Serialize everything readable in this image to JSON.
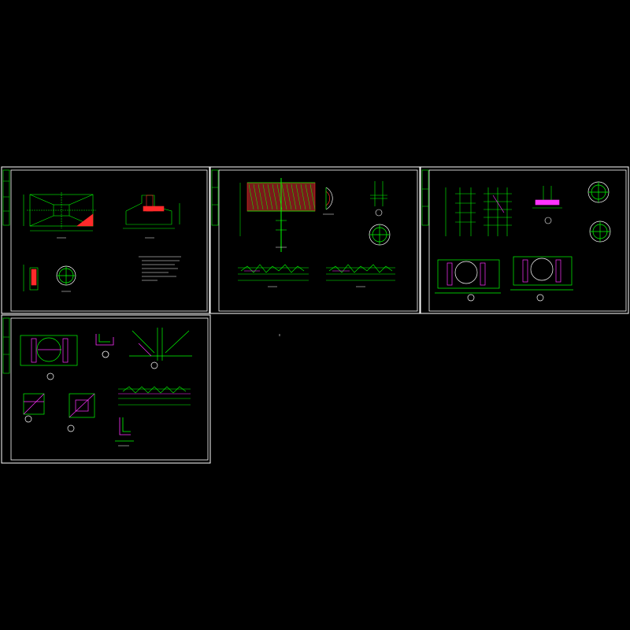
{
  "canvas": {
    "background": "#000000"
  },
  "palette": {
    "frame": "#ffffff",
    "line": "#00ff00",
    "dim": "#33ff66",
    "rebar": "#ff2a2a",
    "plate": "#ff33ff",
    "note": "#ffffff",
    "circle": "#ffffff"
  },
  "sheets": [
    {
      "id": "sheet-1",
      "details": [
        "plan-view",
        "foundation-section",
        "pedestal-elevation",
        "column-ring-section",
        "general-notes"
      ]
    },
    {
      "id": "sheet-2",
      "details": [
        "billboard-truss-elevation",
        "arc-detail",
        "column-detail-1",
        "ring-section",
        "beam-elevation-left",
        "beam-elevation-right"
      ]
    },
    {
      "id": "sheet-3",
      "details": [
        "mast-elevation-a",
        "mast-elevation-b",
        "base-plate-detail",
        "ring-section-a",
        "ring-section-b",
        "pipe-node-1",
        "pipe-node-2"
      ]
    },
    {
      "id": "sheet-4",
      "details": [
        "node-detail-1",
        "angle-detail",
        "brace-detail",
        "plate-detail-a",
        "plate-detail-b",
        "girder-elevation",
        "bracket-detail"
      ]
    }
  ]
}
